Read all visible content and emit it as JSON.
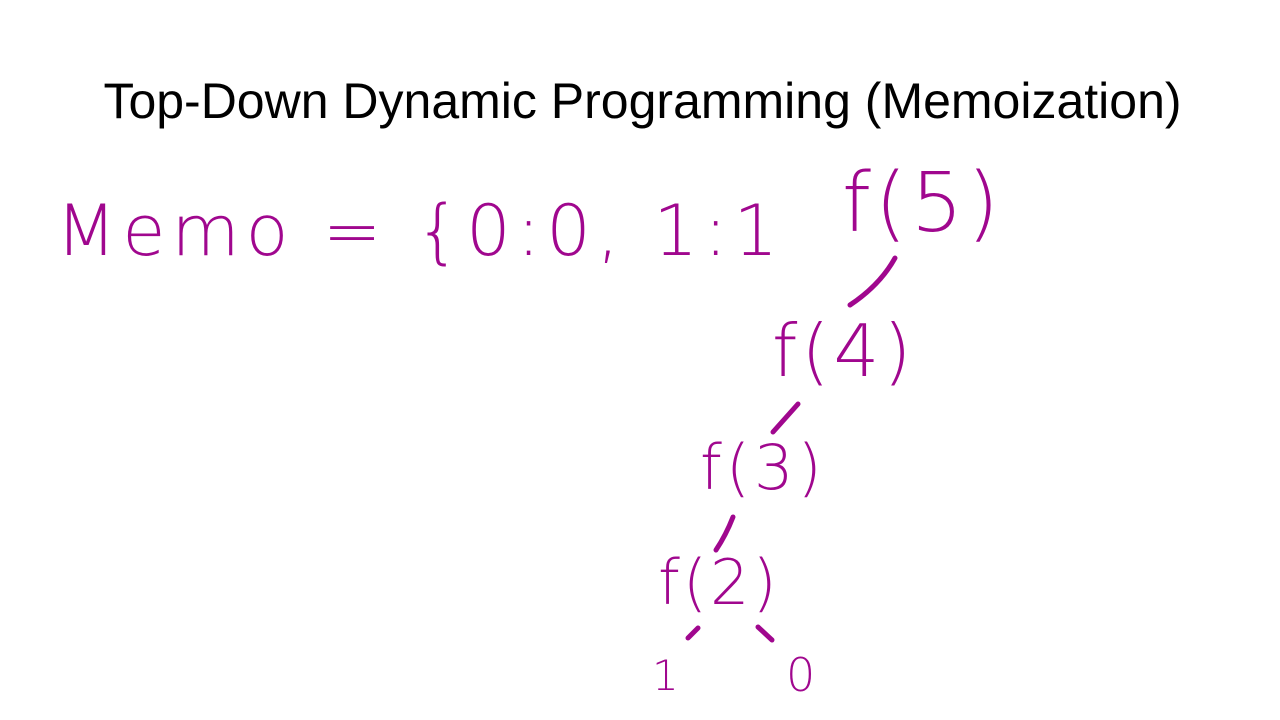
{
  "slide": {
    "title": "Top-Down Dynamic Programming (Memoization)"
  },
  "annotations": {
    "ink_color": "#A0078E",
    "memo": "Memo = {0:0, 1:1",
    "tree": {
      "nodes": [
        "f(5)",
        "f(4)",
        "f(3)",
        "f(2)",
        "1",
        "0"
      ],
      "edges": [
        [
          "f(5)",
          "f(4)"
        ],
        [
          "f(4)",
          "f(3)"
        ],
        [
          "f(3)",
          "f(2)"
        ],
        [
          "f(2)",
          "1"
        ],
        [
          "f(2)",
          "0"
        ]
      ]
    }
  }
}
